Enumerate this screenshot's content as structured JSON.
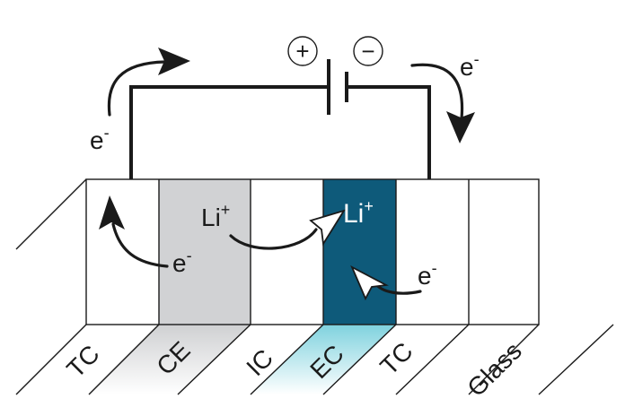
{
  "battery": {
    "plus_symbol": "+",
    "minus_symbol": "−"
  },
  "electrons": {
    "top_left": "e-",
    "top_right": "e-",
    "ce_layer": "e-",
    "ec_layer": "e-"
  },
  "ions": {
    "ce_layer": "Li+",
    "ec_layer": "Li+"
  },
  "layers": [
    {
      "label": "TC",
      "color": "#ffffff"
    },
    {
      "label": "CE",
      "color": "#d1d2d4"
    },
    {
      "label": "IC",
      "color": "#ffffff"
    },
    {
      "label": "EC",
      "color": "#0e5a7a"
    },
    {
      "label": "TC",
      "color": "#ffffff"
    },
    {
      "label": "Glass",
      "color": "#ffffff"
    }
  ],
  "colors": {
    "ce_fill": "#d1d2d4",
    "ec_fill": "#0e5a7a",
    "ec_shadow": "#8fd8e2",
    "line": "#1a1a1a"
  }
}
